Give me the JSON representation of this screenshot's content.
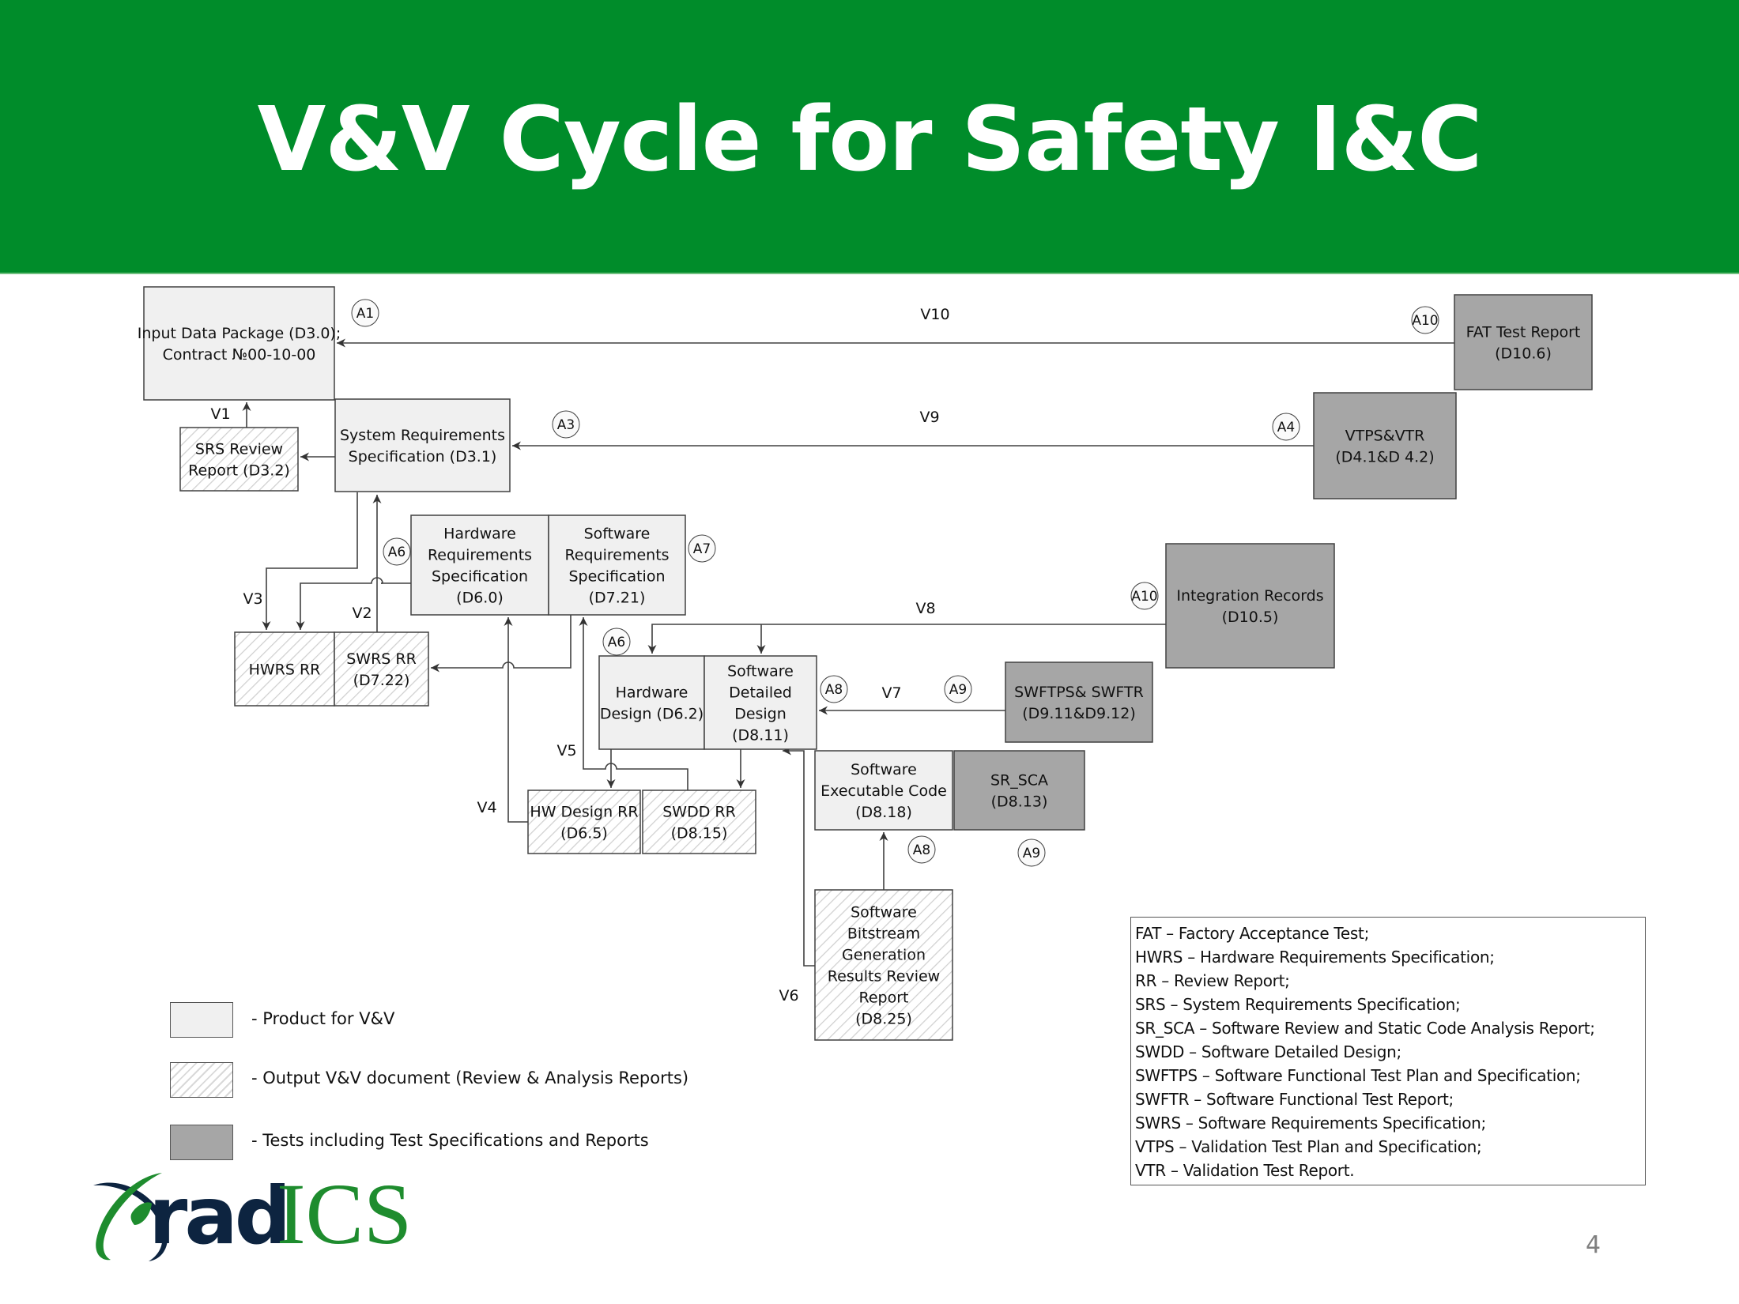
{
  "header": {
    "title": "V&V Cycle for Safety I&C",
    "background_color": "#008c2a"
  },
  "colors": {
    "product_fill": "#f0f0f0",
    "output_fill": "hatched-white",
    "test_fill": "#a6a6a6",
    "line": "#404040"
  },
  "boxes": {
    "input_data": {
      "lines": [
        "Input Data Package (D3.0);",
        "Contract №00-10-00"
      ],
      "type": "product"
    },
    "srs_review": {
      "lines": [
        "SRS Review",
        "Report (D3.2)"
      ],
      "type": "output"
    },
    "system_req": {
      "lines": [
        "System Requirements",
        "Specification (D3.1)"
      ],
      "type": "product"
    },
    "fat_test": {
      "lines": [
        "FAT Test Report",
        "(D10.6)"
      ],
      "type": "test"
    },
    "vtps_vtr": {
      "lines": [
        "VTPS&VTR",
        "(D4.1&D 4.2)"
      ],
      "type": "test"
    },
    "hw_req": {
      "lines": [
        "Hardware",
        "Requirements",
        "Specification",
        "(D6.0)"
      ],
      "type": "product"
    },
    "sw_req": {
      "lines": [
        "Software",
        "Requirements",
        "Specification",
        "(D7.21)"
      ],
      "type": "product"
    },
    "integration": {
      "lines": [
        "Integration Records",
        "(D10.5)"
      ],
      "type": "test"
    },
    "hwrs_rr": {
      "lines": [
        "HWRS RR"
      ],
      "type": "output"
    },
    "swrs_rr": {
      "lines": [
        "SWRS RR",
        "(D7.22)"
      ],
      "type": "output"
    },
    "hw_design": {
      "lines": [
        "Hardware",
        "Design (D6.2)"
      ],
      "type": "product"
    },
    "sw_detailed": {
      "lines": [
        "Software",
        "Detailed",
        "Design",
        "(D8.11)"
      ],
      "type": "product"
    },
    "swftps": {
      "lines": [
        "SWFTPS& SWFTR",
        "(D9.11&D9.12)"
      ],
      "type": "test"
    },
    "hw_design_rr": {
      "lines": [
        "HW Design RR",
        "(D6.5)"
      ],
      "type": "output"
    },
    "swdd_rr": {
      "lines": [
        "SWDD RR",
        "(D8.15)"
      ],
      "type": "output"
    },
    "sw_exec": {
      "lines": [
        "Software",
        "Executable Code",
        "(D8.18)"
      ],
      "type": "product"
    },
    "sr_sca": {
      "lines": [
        "SR_SCA",
        "(D8.13)"
      ],
      "type": "test"
    },
    "bitstream": {
      "lines": [
        "Software",
        "Bitstream",
        "Generation",
        "Results Review",
        "Report",
        "(D8.25)"
      ],
      "type": "output"
    }
  },
  "activities": {
    "a1": "A1",
    "a3": "A3",
    "a4": "A4",
    "a10_top": "A10",
    "a6_left": "A6",
    "a7": "A7",
    "a10_mid": "A10",
    "a6_design": "A6",
    "a8_top": "A8",
    "a9_top": "A9",
    "a8_bottom": "A8",
    "a9_bottom": "A9"
  },
  "flows": {
    "v1": "V1",
    "v2": "V2",
    "v3": "V3",
    "v4": "V4",
    "v5": "V5",
    "v6": "V6",
    "v7": "V7",
    "v8": "V8",
    "v9": "V9",
    "v10": "V10"
  },
  "legend": {
    "product": "- Product for V&V",
    "output": "- Output V&V document (Review & Analysis Reports)",
    "test": "- Tests including Test Specifications and Reports"
  },
  "glossary": [
    "FAT – Factory Acceptance Test;",
    "HWRS – Hardware Requirements Specification;",
    "RR – Review Report;",
    "SRS – System Requirements Specification;",
    "SR_SCA – Software Review and Static Code Analysis Report;",
    "SWDD – Software Detailed Design;",
    "SWFTPS – Software Functional Test Plan and Specification;",
    "SWFTR – Software Functional Test Report;",
    "SWRS – Software Requirements Specification;",
    "VTPS – Validation Test Plan and Specification;",
    "VTR – Validation Test Report."
  ],
  "logo": {
    "part1": "rad",
    "part2": "ICS"
  },
  "page_number": "4"
}
